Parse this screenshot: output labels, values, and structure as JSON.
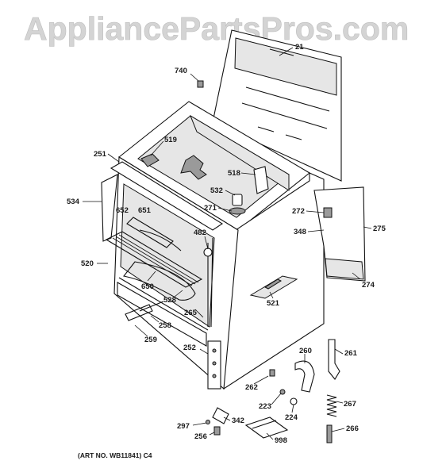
{
  "watermark": "AppliancePartsPros.com",
  "art_number": "(ART NO. WB11841) C4",
  "callouts": {
    "p21": "21",
    "p740": "740",
    "p519": "519",
    "p251": "251",
    "p518": "518",
    "p532": "532",
    "p534": "534",
    "p652": "652",
    "p651": "651",
    "p271": "271",
    "p272": "272",
    "p275": "275",
    "p348": "348",
    "p482": "482",
    "p520": "520",
    "p274": "274",
    "p650": "650",
    "p521": "521",
    "p528": "528",
    "p265": "265",
    "p258": "258",
    "p259": "259",
    "p252": "252",
    "p260": "260",
    "p261": "261",
    "p262": "262",
    "p223": "223",
    "p267": "267",
    "p224": "224",
    "p297": "297",
    "p342": "342",
    "p256": "256",
    "p998": "998",
    "p266": "266"
  }
}
